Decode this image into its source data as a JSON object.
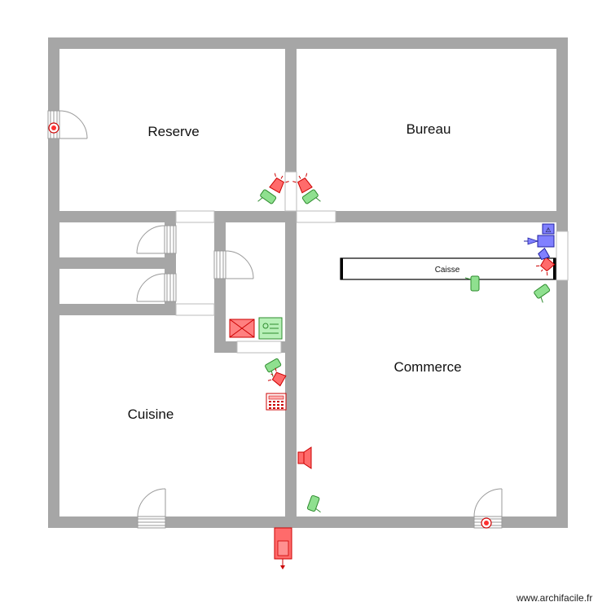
{
  "rooms": {
    "reserve": "Reserve",
    "bureau": "Bureau",
    "commerce": "Commerce",
    "cuisine": "Cuisine"
  },
  "fixtures": {
    "caisse": "Caisse"
  },
  "footer": {
    "watermark": "www.archifacile.fr"
  },
  "colors": {
    "wall": "#a6a6a6",
    "alarm_red": "#ff6b6b",
    "alarm_red_stroke": "#cc0000",
    "camera_green": "#8fe08f",
    "camera_green_stroke": "#2e8b2e",
    "detector_blue": "#8080ff",
    "detector_blue_stroke": "#2020a0"
  },
  "icons": [
    "siren-icon",
    "camera-icon",
    "smoke-detector-icon",
    "keypad-icon",
    "speaker-icon",
    "fire-extinguisher-icon",
    "electrical-panel-icon",
    "control-panel-icon",
    "motion-detector-icon"
  ]
}
